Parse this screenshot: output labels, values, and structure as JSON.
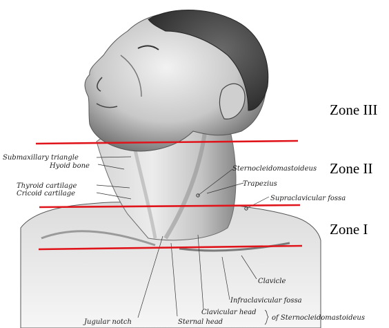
{
  "colors": {
    "zone_line": "#e0141b",
    "skin_light": "#e9e9e9",
    "skin_mid": "#b9b9b9",
    "shadow": "#5a5a5a",
    "hair": "#3a3a3a"
  },
  "zones": [
    {
      "label": "Zone III"
    },
    {
      "label": "Zone II"
    },
    {
      "label": "Zone I"
    }
  ],
  "labels": {
    "submaxillary_triangle": "Submaxillary triangle",
    "hyoid_bone": "Hyoid bone",
    "thyroid_cartilage": "Thyroid cartilage",
    "cricoid_cartilage": "Cricoid cartilage",
    "sternocleidomastoideus": "Sternocleidomastoideus",
    "trapezius": "Trapezius",
    "supraclavicular_fossa": "Supraclavicular fossa",
    "clavicle": "Clavicle",
    "infraclavicular_fossa": "Infraclavicular fossa",
    "clavicular_head": "Clavicular head",
    "of_sternocleidomastoideus": "of Sternocleidomastoideus",
    "jugular_notch": "Jugular notch",
    "sternal_head": "Sternal head"
  }
}
